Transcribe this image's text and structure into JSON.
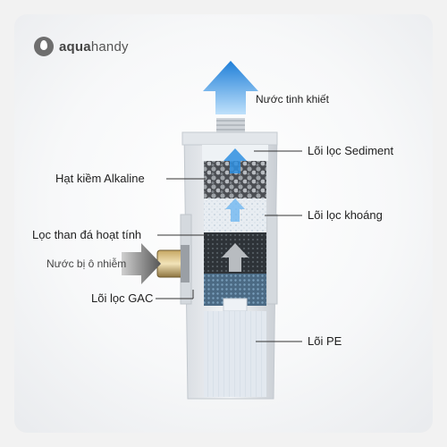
{
  "brand": {
    "name_part1": "aqua",
    "name_part2": "handy",
    "icon": "water-drop-icon"
  },
  "labels": {
    "output": "Nước tinh khiết",
    "sediment": "Lõi lọc Sediment",
    "alkaline": "Hạt kiềm Alkaline",
    "mineral": "Lõi lọc khoáng",
    "carbon": "Lọc than đá hoạt tính",
    "input": "Nước bị ô nhiễm",
    "gac": "Lõi lọc GAC",
    "pe": "Lõi PE"
  },
  "colors": {
    "arrow_blue": "#2e8fe0",
    "arrow_gray": "#5a5a5a",
    "leader_line": "#333333"
  }
}
